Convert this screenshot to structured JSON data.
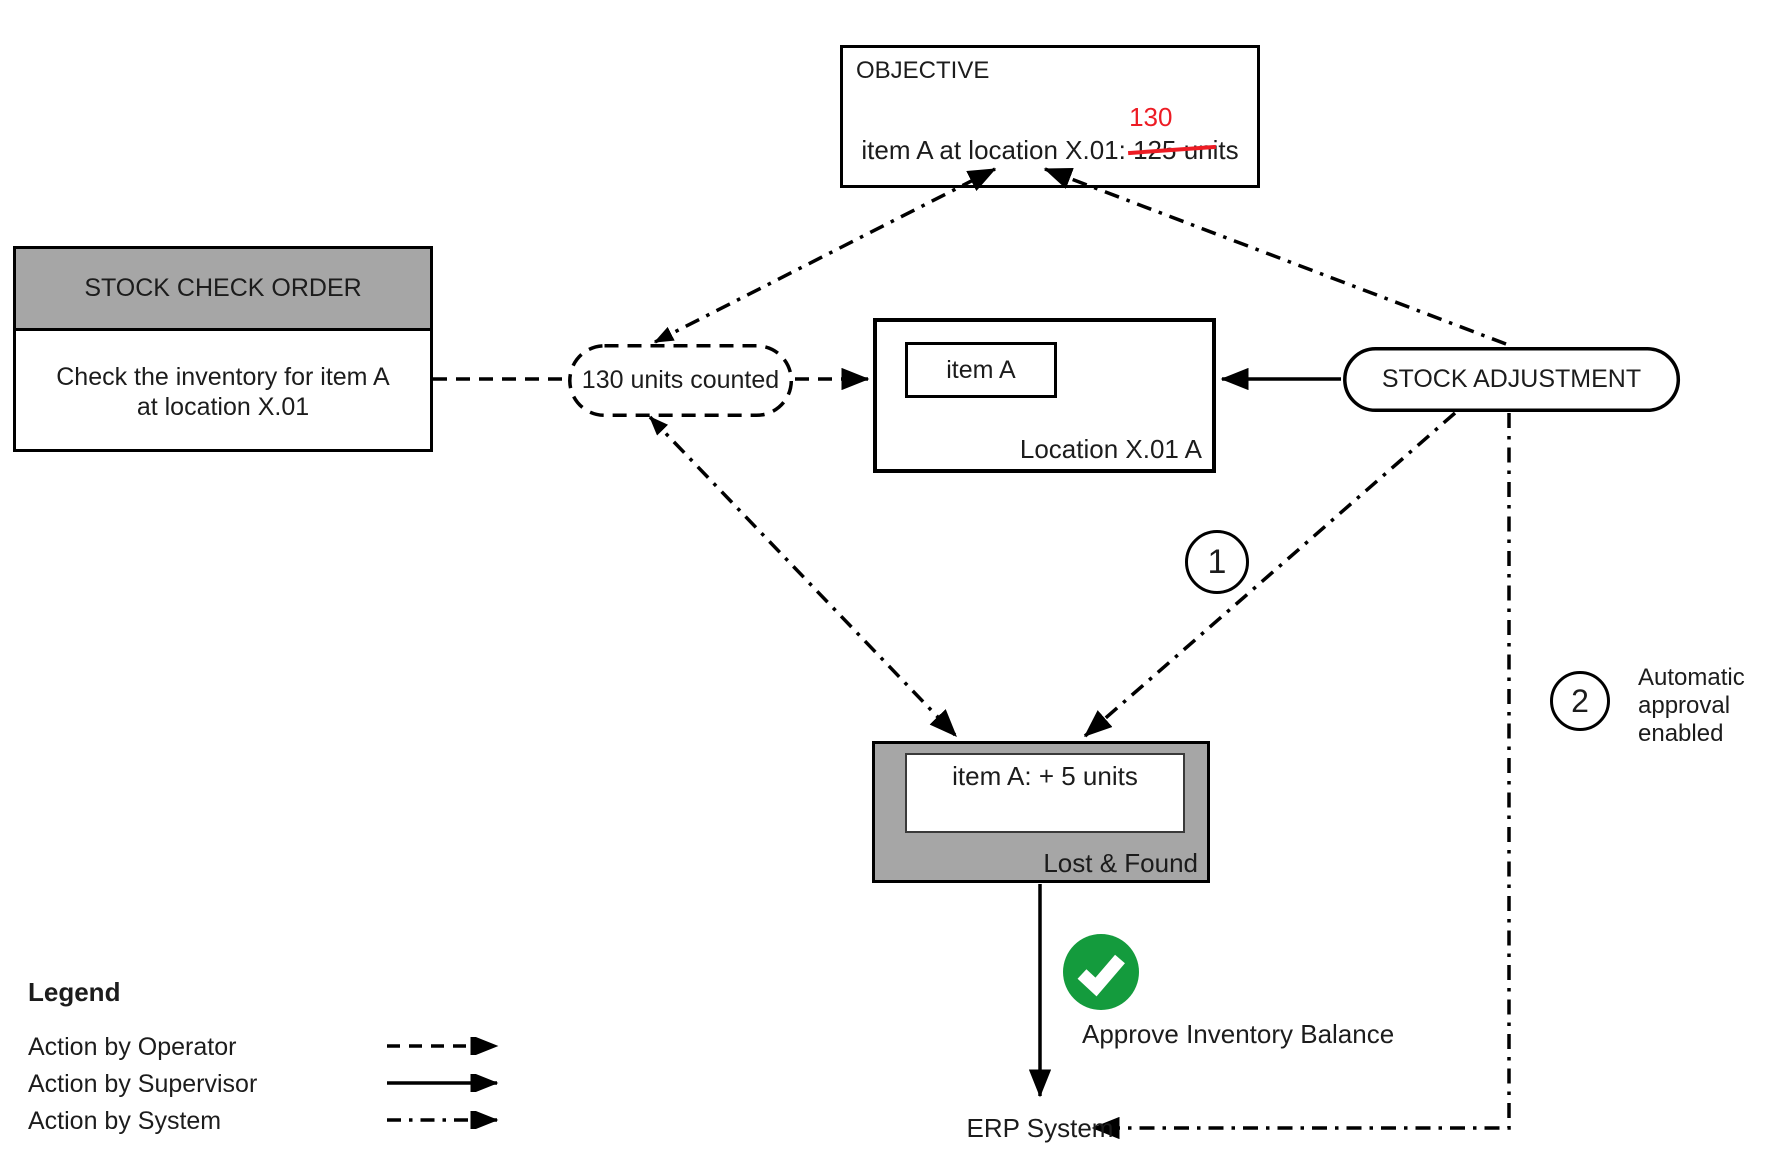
{
  "objective": {
    "title": "OBJECTIVE",
    "line_prefix": "item A at location X.01: ",
    "old_value": "125",
    "new_value": "130",
    "line_suffix": " units"
  },
  "stock_check_order": {
    "title": "STOCK CHECK ORDER",
    "body_line1": "Check the inventory for item A",
    "body_line2": "at location X.01"
  },
  "counted_label": "130 units counted",
  "location": {
    "item": "item A",
    "label": "Location X.01 A"
  },
  "stock_adjustment_label": "STOCK ADJUSTMENT",
  "lost_found": {
    "entry": "item A: + 5 units",
    "label": "Lost & Found"
  },
  "steps": {
    "one": "1",
    "two": "2",
    "two_note_line1": "Automatic",
    "two_note_line2": "approval",
    "two_note_line3": "enabled"
  },
  "approval": {
    "icon": "check-circle",
    "label": "Approve Inventory Balance"
  },
  "erp_label": "ERP System",
  "legend": {
    "title": "Legend",
    "items": [
      {
        "label": "Action by Operator",
        "style": "dashed"
      },
      {
        "label": "Action by Supervisor",
        "style": "solid"
      },
      {
        "label": "Action by System",
        "style": "dash-dot"
      }
    ]
  },
  "colors": {
    "red": "#ed1c24",
    "green": "#149b3d",
    "gray": "#a6a6a6"
  }
}
